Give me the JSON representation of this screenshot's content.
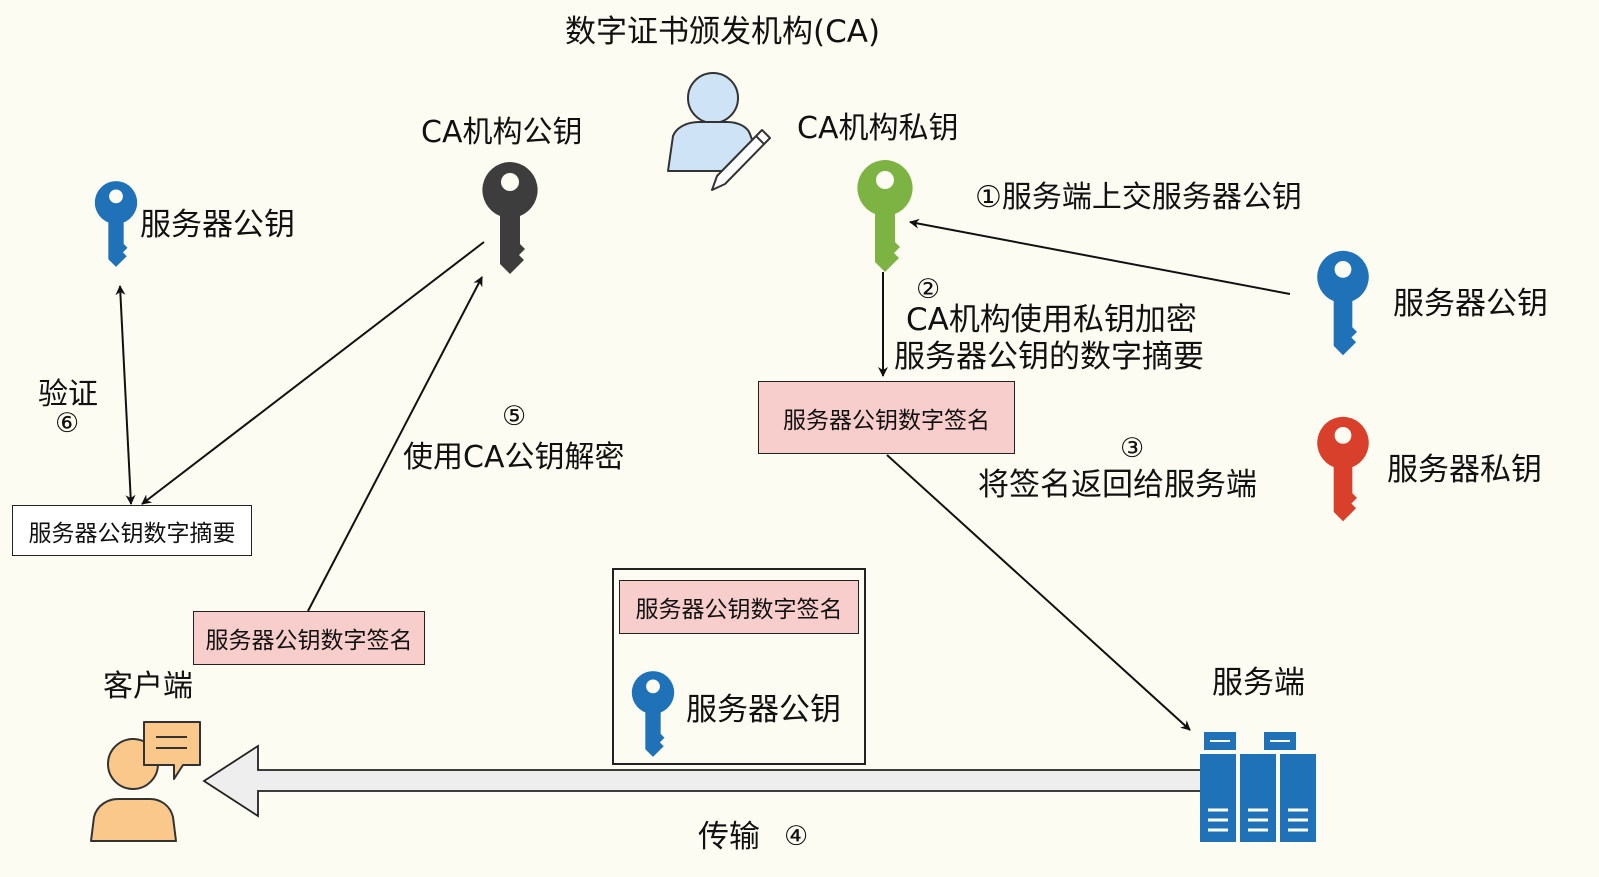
{
  "ca": {
    "title": "数字证书颁发机构(CA)",
    "public_key_label": "CA机构公钥",
    "private_key_label": "CA机构私钥"
  },
  "left": {
    "server_public_key_label": "服务器公钥",
    "verify_label": "验证",
    "verify_step": "⑥",
    "digest_box": "服务器公钥数字摘要"
  },
  "steps": {
    "step1": "①服务端上交服务器公钥",
    "step2_num": "②",
    "step2_line1": "CA机构使用私钥加密",
    "step2_line2": "服务器公钥的数字摘要",
    "step3_num": "③",
    "step3_text": "将签名返回给服务端",
    "step4_text": "传输",
    "step4_num": "④",
    "step5_num": "⑤",
    "step5_text": "使用CA公钥解密"
  },
  "boxes": {
    "signature_top": "服务器公钥数字签名",
    "signature_left": "服务器公钥数字签名",
    "bundle_signature": "服务器公钥数字签名",
    "bundle_key_label": "服务器公钥"
  },
  "right": {
    "server_public_key_label": "服务器公钥",
    "server_private_key_label": "服务器私钥"
  },
  "actors": {
    "client_label": "客户端",
    "server_label": "服务端"
  },
  "colors": {
    "background": "#fdfcf3",
    "blue_key": "#1f72b8",
    "dark_key": "#3d3d3d",
    "green_key": "#7cb342",
    "red_key": "#d9402b",
    "signature_fill": "#f8cecc",
    "person_fill": "#cfe3f6",
    "client_fill": "#fbc88c"
  }
}
